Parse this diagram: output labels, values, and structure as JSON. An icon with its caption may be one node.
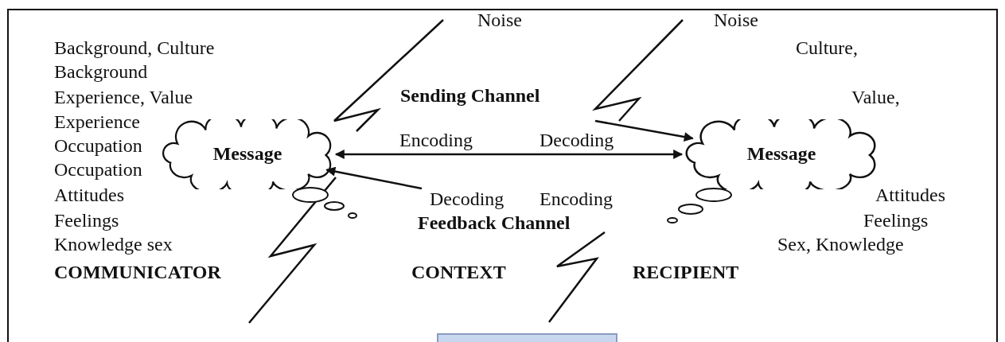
{
  "diagram": {
    "nodes": [
      {
        "text": [
          "Message"
        ]
      },
      {
        "text": [
          "Message"
        ]
      }
    ],
    "edges": [
      {
        "from": 0,
        "to": 1,
        "arrow": "both"
      },
      {
        "from": null,
        "to": 1,
        "arrow": "to"
      },
      {
        "from": null,
        "to": 0,
        "arrow": "to"
      }
    ],
    "labels": [
      "Noise",
      "Noise",
      "Background, Culture",
      "Culture,",
      "Background",
      "Experience, Value",
      "Sending Channel",
      "Value,",
      "Experience",
      "Occupation",
      "Encoding",
      "Decoding",
      "Occupation",
      "Attitudes",
      "Decoding",
      "Encoding",
      "Attitudes",
      "Feelings",
      "Feedback Channel",
      "Feelings",
      "Knowledge sex",
      "Sex, Knowledge",
      "COMMUNICATOR",
      "CONTEXT",
      "RECIPIENT"
    ]
  }
}
